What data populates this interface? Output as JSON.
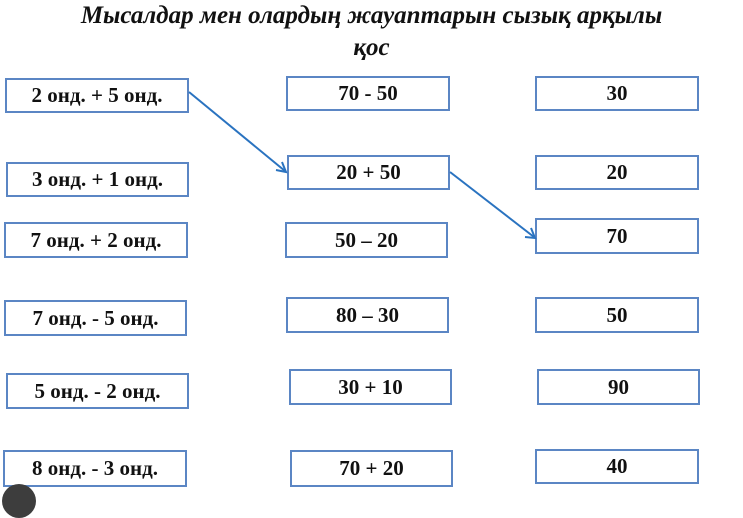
{
  "title": {
    "line1": "Мысалдар мен олардың жауаптарын сызық арқылы",
    "line2": "қос"
  },
  "expressions": [
    "2 онд. + 5 онд.",
    "3 онд. + 1 онд.",
    "7 онд. + 2 онд.",
    "7 онд. - 5 онд.",
    "5 онд. - 2 онд.",
    "8 онд. -  3 онд."
  ],
  "examples": [
    "70 - 50",
    "20 + 50",
    "50 – 20",
    "80 – 30",
    "30 + 10",
    "70 + 20"
  ],
  "answers": [
    "30",
    "20",
    "70",
    "50",
    "90",
    "40"
  ],
  "connections": [
    {
      "from": "expressions.0",
      "to": "examples.1"
    },
    {
      "from": "examples.1",
      "to": "answers.2"
    }
  ],
  "colors": {
    "box_border": "#5b86c4",
    "arrow": "#2a73c0"
  }
}
